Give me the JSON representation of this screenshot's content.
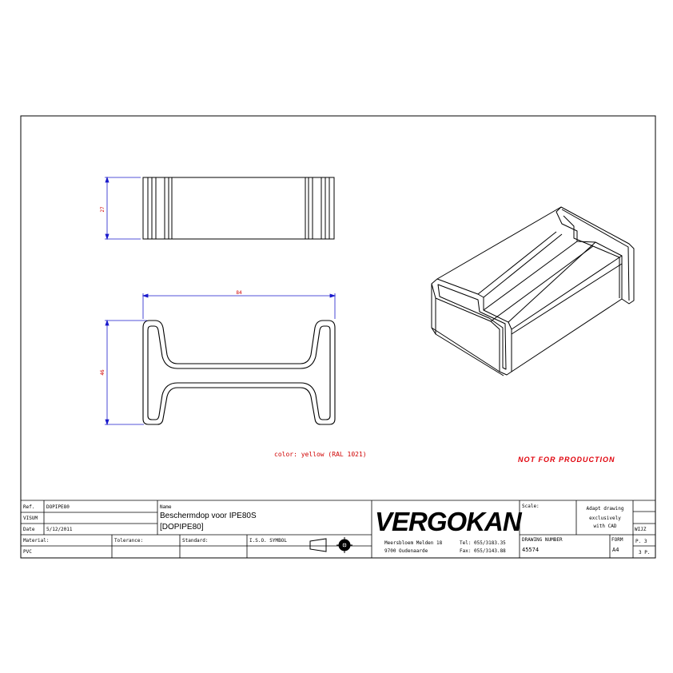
{
  "drawing": {
    "color_note": "color: yellow (RAL 1021)",
    "stamp": "NOT FOR PRODUCTION",
    "dimensions": {
      "top_height": "27",
      "front_width": "84",
      "front_height": "46"
    }
  },
  "title_block": {
    "ref_label": "Ref.",
    "ref_value": "DOPIPE80",
    "visum_label": "VISUM",
    "date_label": "Date",
    "date_value": "5/12/2011",
    "name_label": "Name",
    "name_line1": "Beschermdop voor IPE80S",
    "name_line2": "[DOPIPE80]",
    "material_label": "Material:",
    "material_value": "PVC",
    "tolerance_label": "Tolerance:",
    "standard_label": "Standard:",
    "iso_label": "I.S.O. SYMBOL",
    "company": {
      "logo": "VERGOKAN",
      "address1": "Meersbloem Melden 18",
      "address2": "9700 Oudenaarde",
      "tel": "Tel: 055/3183.35",
      "fax": "Fax: 055/3143.88"
    },
    "scale_label": "Scale:",
    "adapt_line1": "Adapt drawing",
    "adapt_line2": "exclusively",
    "adapt_line3": "with CAD",
    "wijz_label": "WIJZ",
    "drawing_number_label": "DRAWING NUMBER",
    "drawing_number": "45574",
    "form_label": "FORM",
    "form_value": "A4",
    "page_value": "P. 3",
    "pages_value": "3 P."
  }
}
